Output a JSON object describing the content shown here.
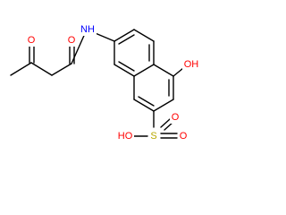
{
  "molecule": {
    "atom_labels": {
      "amide_n": "NH",
      "amide_o": "O",
      "ketone_o": "O",
      "phenol": "OH",
      "sulfonic_s": "S",
      "sulfonic_oh": "HO",
      "sulfonic_o_upper": "O",
      "sulfonic_o_right": "O"
    },
    "colors": {
      "bond": "#000000",
      "nitrogen": "#0000FF",
      "oxygen": "#FF0000",
      "sulfur": "#B8A800"
    }
  }
}
